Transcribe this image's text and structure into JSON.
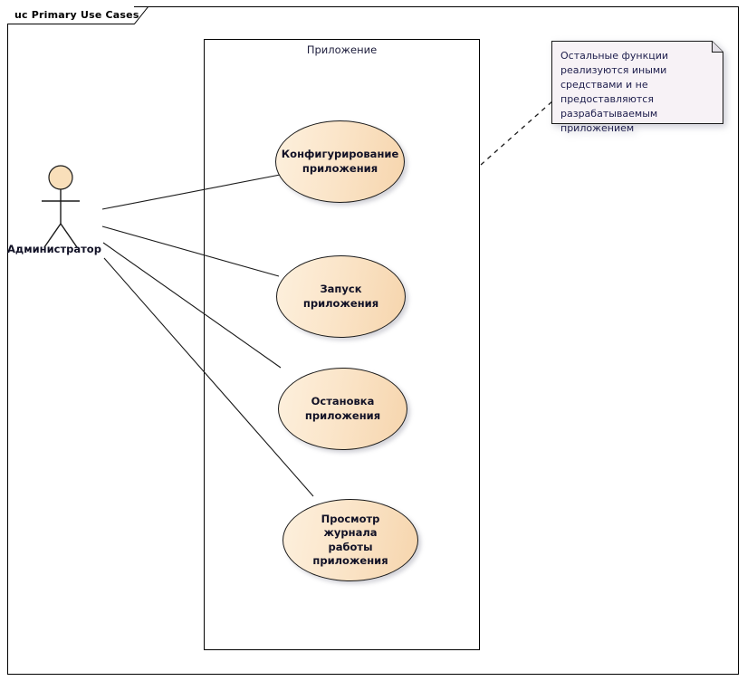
{
  "frame": {
    "label": "uc Primary Use Cases"
  },
  "boundary": {
    "label": "Приложение"
  },
  "actor": {
    "name": "Администратор",
    "head_color": "#f9dfba"
  },
  "use_cases": [
    {
      "id": "configure",
      "label": "Конфигурирование\nприложения"
    },
    {
      "id": "start",
      "label": "Запуск приложения"
    },
    {
      "id": "stop",
      "label": "Остановка\nприложения"
    },
    {
      "id": "viewlog",
      "label": "Просмотр журнала\nработы приложения"
    }
  ],
  "note": {
    "text": "Остальные функции реализуются иными средствами и не предоставляются разрабатываемым приложением",
    "fill_color": "#f7f2f6",
    "text_color": "#20204e"
  },
  "colors": {
    "usecase_fill_light": "#fdf0dd",
    "usecase_fill_dark": "#f6d5ad",
    "stroke": "#1a1a1a",
    "label_text": "#111126"
  },
  "associations": [
    {
      "from": "actor",
      "to": "configure"
    },
    {
      "from": "actor",
      "to": "start"
    },
    {
      "from": "actor",
      "to": "stop"
    },
    {
      "from": "actor",
      "to": "viewlog"
    }
  ],
  "note_anchor": {
    "from": "note",
    "to": "boundary",
    "style": "dashed"
  }
}
